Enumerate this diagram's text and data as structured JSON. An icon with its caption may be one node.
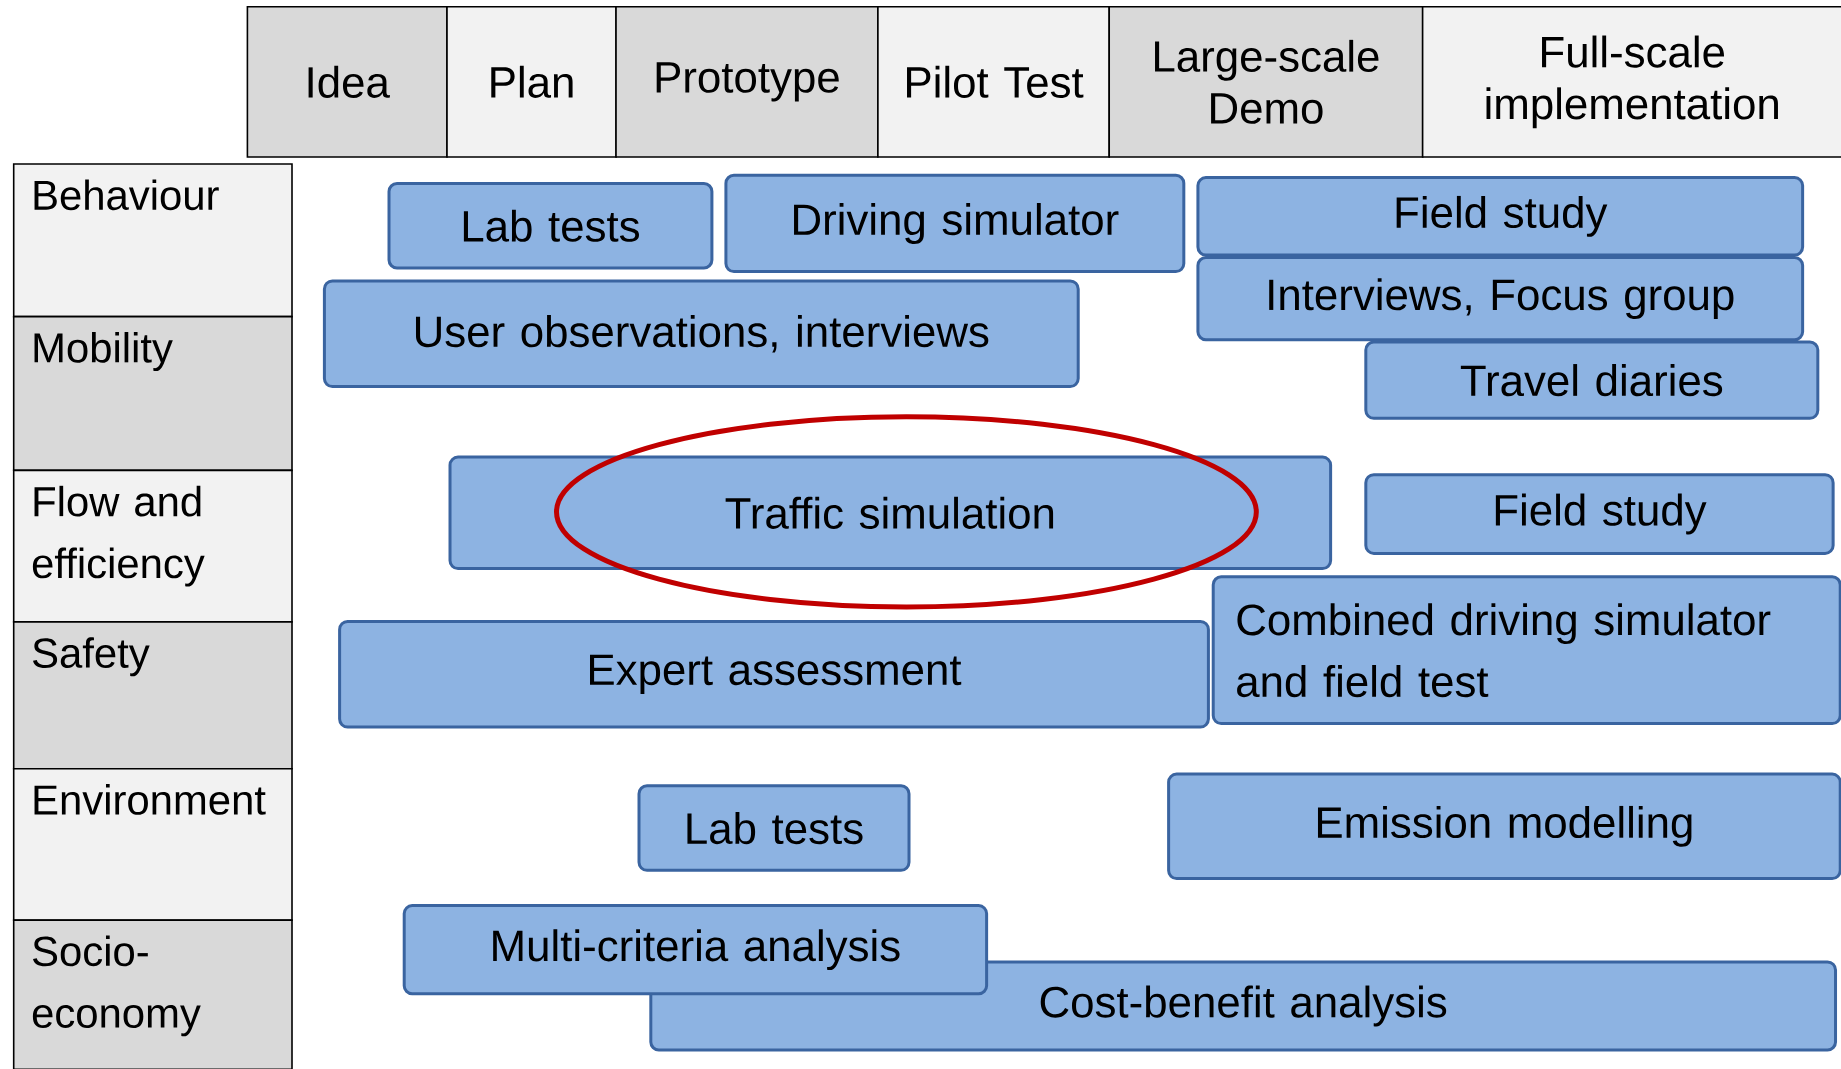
{
  "diagram": {
    "nodes": [
      {
        "text": [
          "Idea"
        ]
      },
      {
        "text": [
          "Plan"
        ]
      },
      {
        "text": [
          "Prototype"
        ]
      },
      {
        "text": [
          "Pilot Test"
        ]
      },
      {
        "text": [
          "Large-scale Demo"
        ]
      },
      {
        "text": [
          "Full-scale implementation"
        ]
      },
      {
        "text": [
          "Behaviour"
        ]
      },
      {
        "text": [
          "Mobility"
        ]
      },
      {
        "text": [
          "Flow and efficiency"
        ]
      },
      {
        "text": [
          "Safety"
        ]
      },
      {
        "text": [
          "Environment"
        ]
      },
      {
        "text": [
          "Socio-economy"
        ]
      },
      {
        "text": [
          "Lab tests"
        ]
      },
      {
        "text": [
          "Driving simulator"
        ]
      },
      {
        "text": [
          "Field study"
        ]
      },
      {
        "text": [
          "User observations, interviews"
        ]
      },
      {
        "text": [
          "Interviews, Focus group"
        ]
      },
      {
        "text": [
          "Travel diaries"
        ]
      },
      {
        "text": [
          "Traffic simulation"
        ]
      },
      {
        "text": [
          "Field study"
        ]
      },
      {
        "text": [
          "Expert assessment"
        ]
      },
      {
        "text": [
          "Combined driving simulator and field test"
        ]
      },
      {
        "text": [
          "Lab tests"
        ]
      },
      {
        "text": [
          "Emission modelling"
        ]
      },
      {
        "text": [
          "Multi-criteria analysis"
        ]
      },
      {
        "text": [
          "Cost-benefit analysis"
        ]
      }
    ]
  }
}
